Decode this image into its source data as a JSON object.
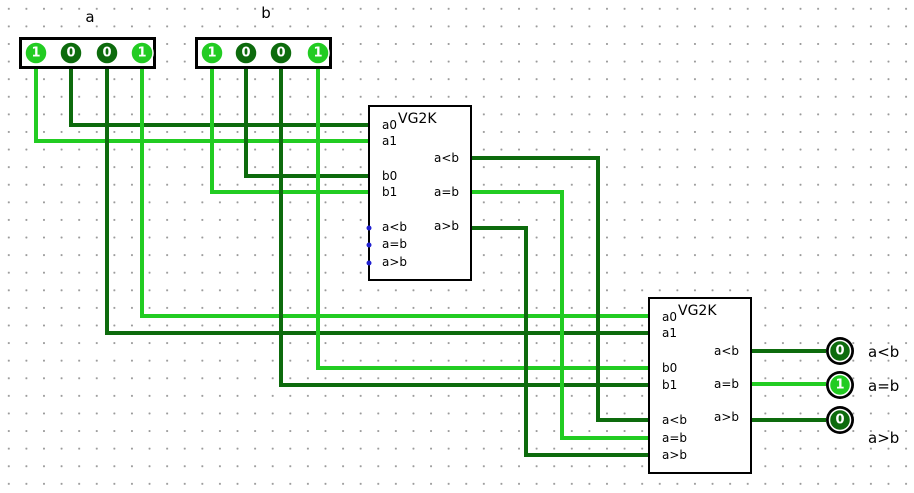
{
  "inputs": {
    "a": {
      "label": "a",
      "bits": [
        "1",
        "0",
        "0",
        "1"
      ]
    },
    "b": {
      "label": "b",
      "bits": [
        "1",
        "0",
        "0",
        "1"
      ]
    }
  },
  "chip1": {
    "name": "VG2K",
    "pins": {
      "a0": "a0",
      "a1": "a1",
      "b0": "b0",
      "b1": "b1",
      "lt_in": "a<b",
      "eq_in": "a=b",
      "gt_in": "a>b",
      "lt_out": "a<b",
      "eq_out": "a=b",
      "gt_out": "a>b"
    }
  },
  "chip2": {
    "name": "VG2K",
    "pins": {
      "a0": "a0",
      "a1": "a1",
      "b0": "b0",
      "b1": "b1",
      "lt_in": "a<b",
      "eq_in": "a=b",
      "gt_in": "a>b",
      "lt_out": "a<b",
      "eq_out": "a=b",
      "gt_out": "a>b"
    }
  },
  "outputs": [
    {
      "label": "a<b",
      "value": "0"
    },
    {
      "label": "a=b",
      "value": "1"
    },
    {
      "label": "a>b",
      "value": "0"
    }
  ],
  "colors": {
    "low": "#0d6b0d",
    "high": "#22cc22",
    "pin_dot": "#2020d0"
  }
}
